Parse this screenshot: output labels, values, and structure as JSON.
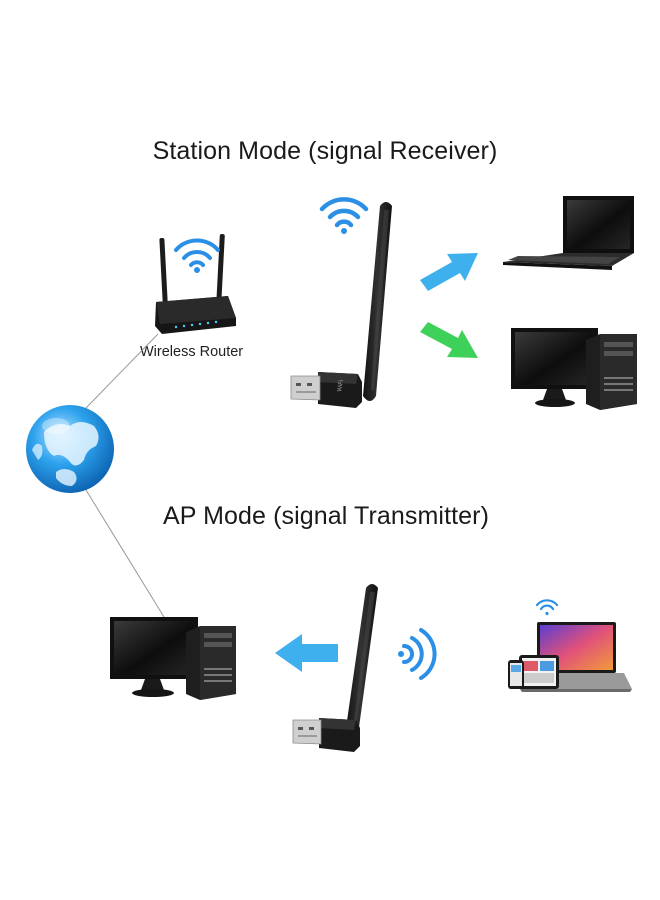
{
  "diagram": {
    "station_mode_title": "Station Mode (signal Receiver)",
    "ap_mode_title": "AP Mode (signal Transmitter)",
    "router_label": "Wireless Router",
    "adapter_brand_text": "WiFi"
  },
  "colors": {
    "wifi_blue": "#2b8fe6",
    "arrow_blue": "#3fb0ee",
    "arrow_green": "#3ed15a",
    "device_black": "#1c1c1c",
    "globe_blue": "#1b8fdc"
  },
  "icons": [
    "wifi-icon",
    "router-icon",
    "usb-adapter-icon",
    "laptop-icon",
    "desktop-icon",
    "globe-icon",
    "arrow-icon",
    "signal-waves-icon",
    "phone-icon",
    "tablet-icon"
  ]
}
